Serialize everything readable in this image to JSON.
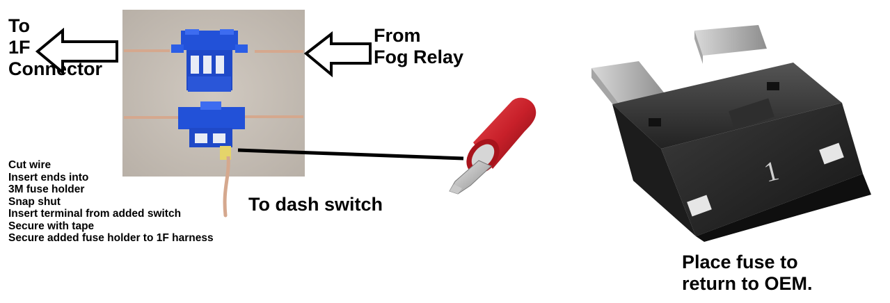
{
  "labels": {
    "to_connector": [
      "To",
      "1F",
      "Connector"
    ],
    "from_relay": [
      "From",
      "Fog Relay"
    ],
    "to_dash": "To dash switch",
    "fuse_note": [
      "Place fuse to",
      "return to OEM."
    ],
    "fuse_mark": "1"
  },
  "steps": [
    "Cut wire",
    "Insert ends into",
    "3M fuse holder",
    "Snap shut",
    "Insert terminal from added switch",
    "Secure with tape",
    "Secure added fuse holder to 1F harness"
  ],
  "colors": {
    "photo_bg": "#c7bfb6",
    "holder_blue": "#2251d8",
    "wire_tan": "#d5a88e",
    "terminal_red": "#c8202a",
    "fuse_black": "#2a2a2a",
    "fuse_metal": "#b9b9b9"
  }
}
